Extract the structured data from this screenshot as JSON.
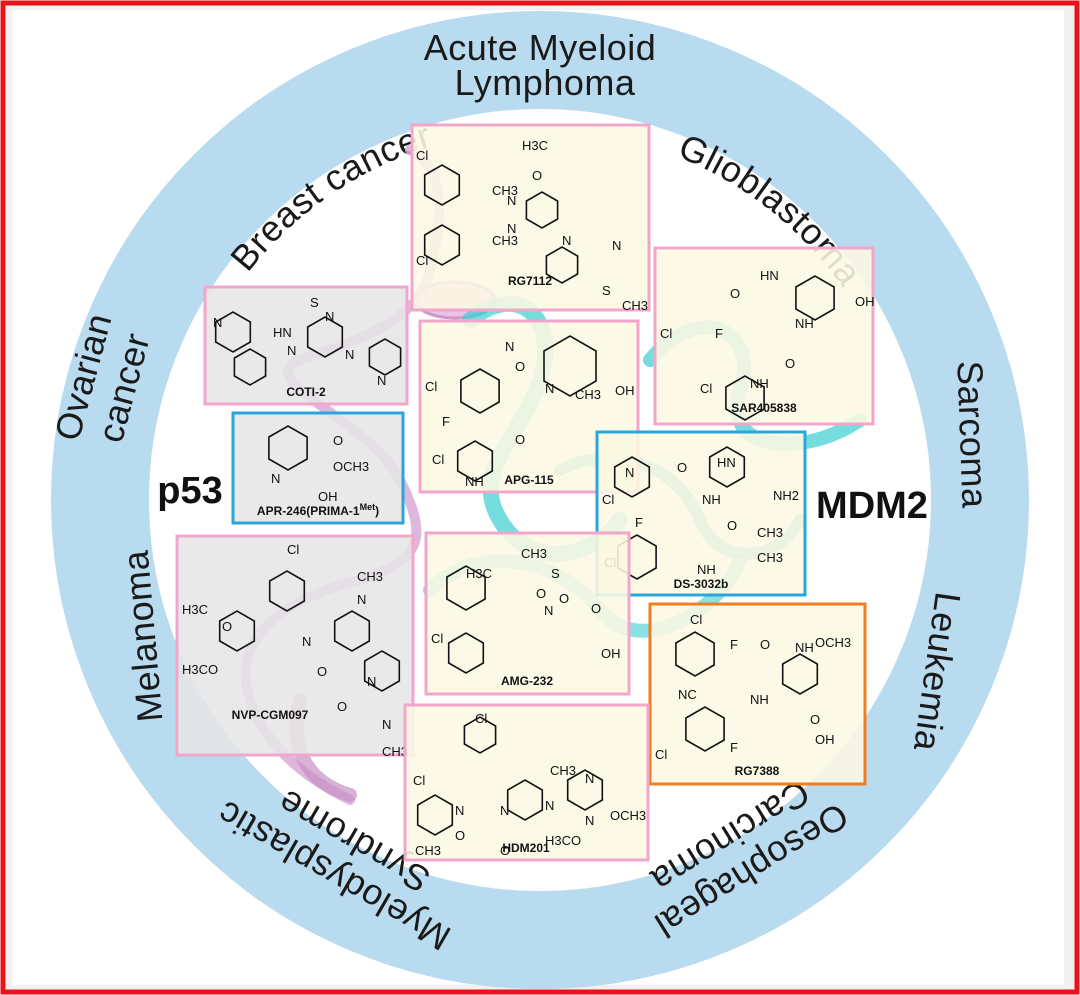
{
  "frame": {
    "border_color": "#e8141b",
    "ring_color": "#b9dbf0",
    "inner_color": "#ffffff"
  },
  "ring_labels": {
    "aml_line1": "Acute Myeloid",
    "aml_line2": "Lymphoma",
    "glioblastoma": "Glioblastoma",
    "sarcoma": "Sarcoma",
    "leukemia": "Leukemia",
    "oesophageal_line1": "Oesophageal",
    "oesophageal_line2": "Carcinoma",
    "myelodysplastic_line1": "Myelodysplastic",
    "myelodysplastic_line2": "Syndrome",
    "melanoma": "Melanoma",
    "ovarian_line1": "Ovarian",
    "ovarian_line2": "cancer",
    "breast": "Breast cancer"
  },
  "targets": {
    "p53": "p53",
    "mdm2": "MDM2"
  },
  "compounds": [
    {
      "name": "RG7112",
      "border": "#f2a6cc",
      "fill": "#fcf8e3"
    },
    {
      "name": "SAR405838",
      "border": "#f2a6cc",
      "fill": "#fcf8e3"
    },
    {
      "name": "COTI-2",
      "border": "#f2a6cc",
      "fill": "#e6e6e6"
    },
    {
      "name": "APG-115",
      "border": "#f2a6cc",
      "fill": "#fcf8e3"
    },
    {
      "name": "APR-246(PRIMA-1",
      "sup": "Met",
      "close": ")",
      "border": "#2aa6dc",
      "fill": "#e6e6e6"
    },
    {
      "name": "DS-3032b",
      "border": "#2aa6dc",
      "fill": "#fcf8e3"
    },
    {
      "name": "AMG-232",
      "border": "#f2a6cc",
      "fill": "#fcf8e3"
    },
    {
      "name": "NVP-CGM097",
      "border": "#f2a6cc",
      "fill": "#e6e6e6"
    },
    {
      "name": "RG7388",
      "border": "#ef7d22",
      "fill": "#fcf8e3"
    },
    {
      "name": "HDM201",
      "border": "#f2a6cc",
      "fill": "#fcf8e3"
    }
  ],
  "atoms": {
    "cl": "Cl",
    "n": "N",
    "nh": "NH",
    "hn": "HN",
    "o": "O",
    "oh": "OH",
    "s": "S",
    "f": "F",
    "ch3": "CH3",
    "h3c": "H3C",
    "nh2": "NH2",
    "nc": "NC",
    "och3": "OCH3",
    "h3co": "H3CO",
    "h3c_o": "H3C"
  }
}
